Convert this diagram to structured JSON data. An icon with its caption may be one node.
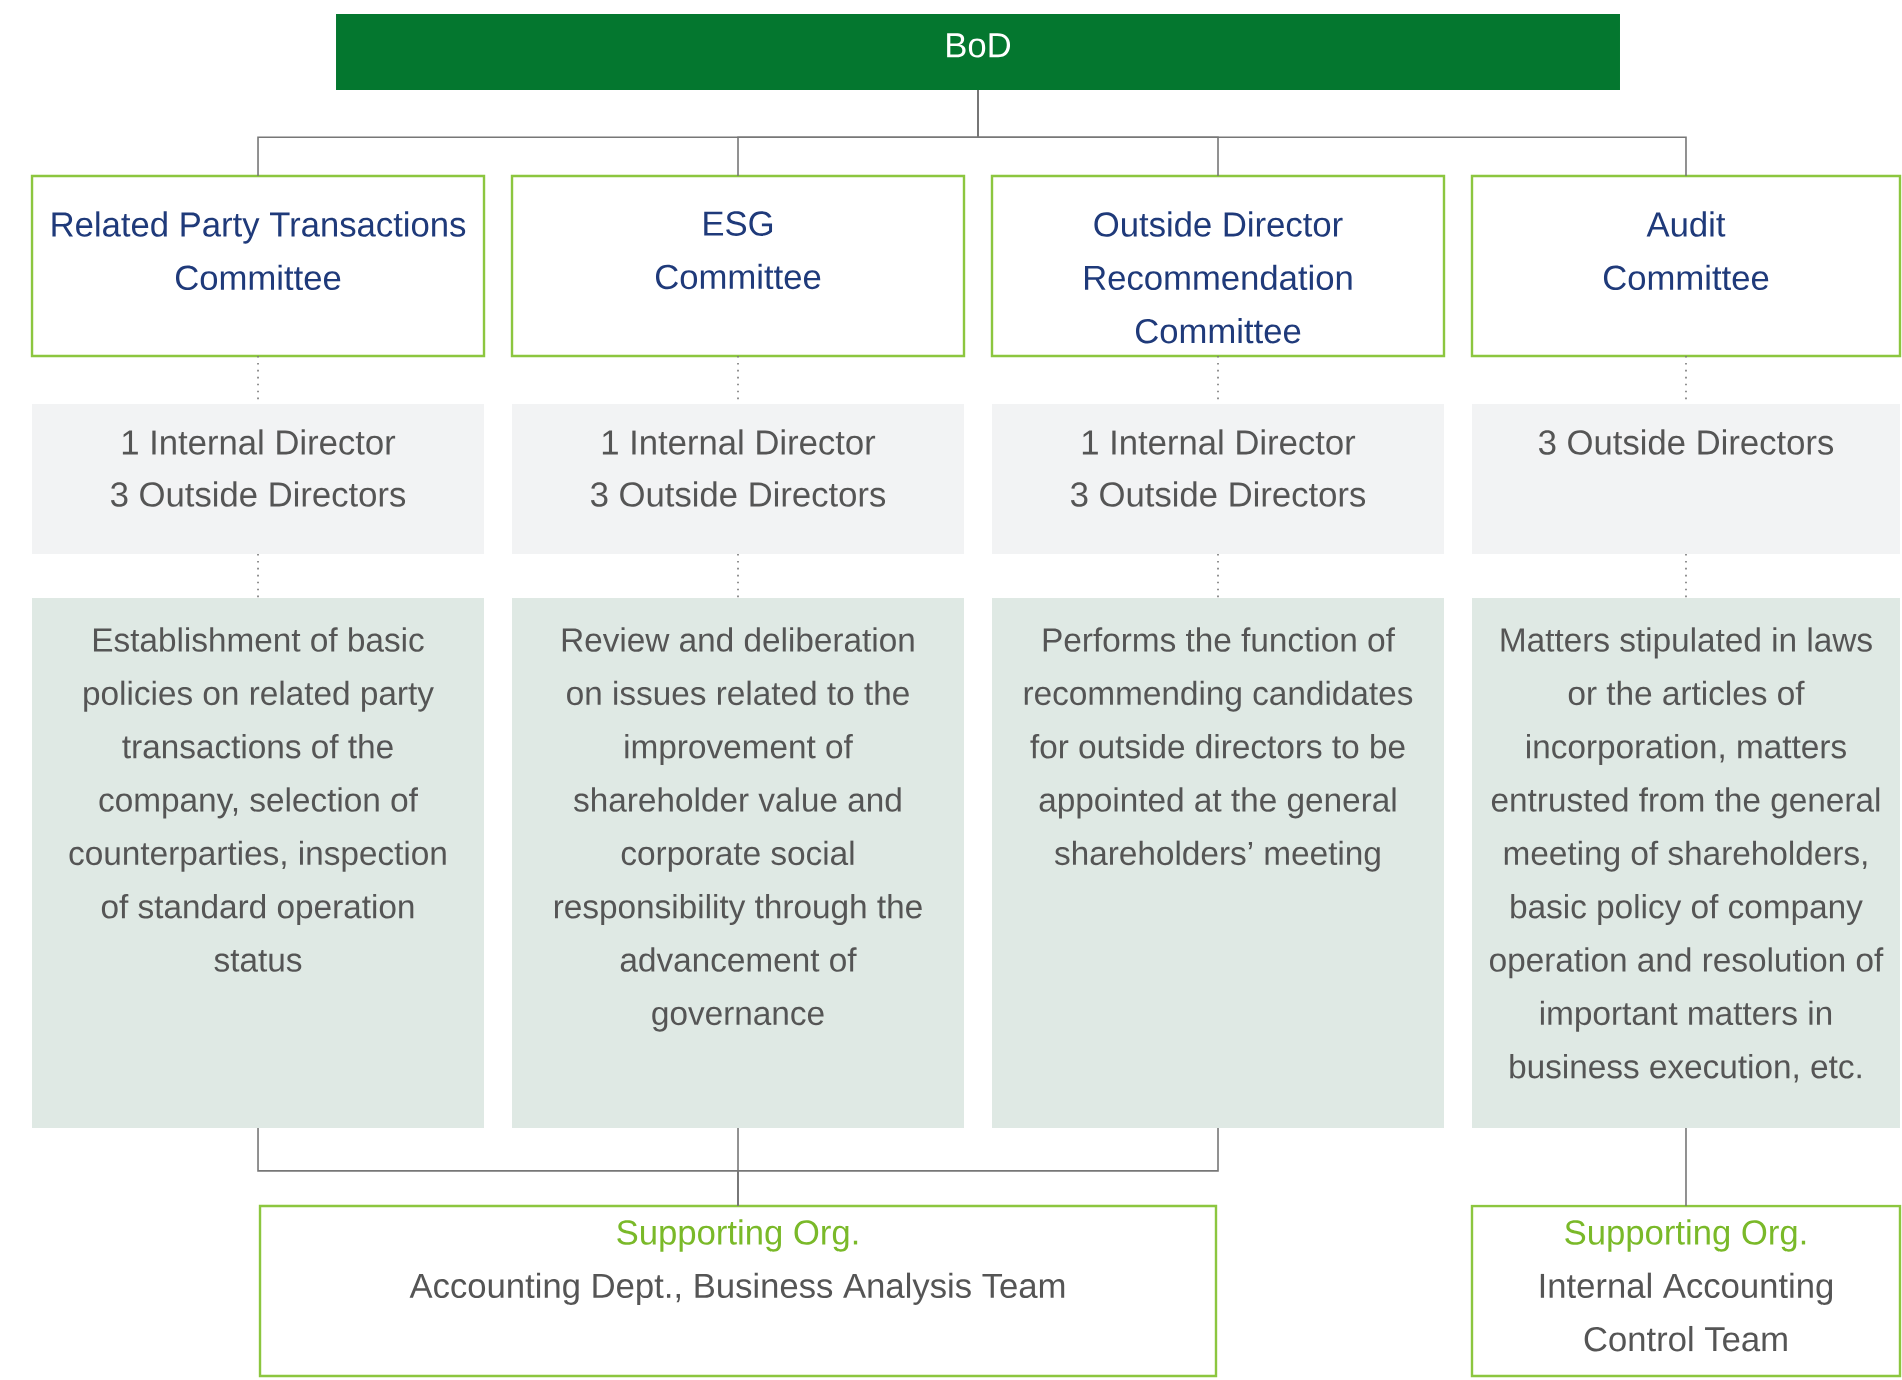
{
  "diagram": {
    "nodes": [
      {
        "text": [
          "BoD"
        ]
      },
      {
        "text": [
          "Related Party Transactions Committee"
        ]
      },
      {
        "text": [
          "ESG Committee"
        ]
      },
      {
        "text": [
          "Outside Director Recommendation Committee"
        ]
      },
      {
        "text": [
          "Audit Committee"
        ]
      },
      {
        "text": [
          "1 Internal Director",
          "3 Outside Directors"
        ]
      },
      {
        "text": [
          "1 Internal Director",
          "3 Outside Directors"
        ]
      },
      {
        "text": [
          "1 Internal Director",
          "3 Outside Directors"
        ]
      },
      {
        "text": [
          "3 Outside Directors"
        ]
      },
      {
        "text": [
          "Establishment of basic policies on related party transactions of the company, selection of counterparties, inspection of standard operation status"
        ]
      },
      {
        "text": [
          "Review and deliberation on issues related to the improvement of shareholder value and corporate social responsibility through the advancement of governance"
        ]
      },
      {
        "text": [
          "Performs the function of recommending candidates for outside directors to be appointed at the general shareholders’ meeting"
        ]
      },
      {
        "text": [
          "Matters stipulated in laws or the articles of incorporation, matters entrusted from the general meeting of shareholders, basic policy of company operation and resolution of important matters in business execution, etc."
        ]
      },
      {
        "text": [
          "Supporting Org.",
          "Accounting Dept., Business Analysis Team"
        ]
      },
      {
        "text": [
          "Supporting Org.",
          "Internal Accounting Control Team"
        ]
      }
    ],
    "edges": [
      {
        "from": 0,
        "to": 1,
        "arrow": "none"
      },
      {
        "from": 0,
        "to": 2,
        "arrow": "none"
      },
      {
        "from": 0,
        "to": 3,
        "arrow": "none"
      },
      {
        "from": 0,
        "to": 4,
        "arrow": "none"
      },
      {
        "from": 1,
        "to": 5,
        "arrow": "none",
        "style": "dashed"
      },
      {
        "from": 2,
        "to": 6,
        "arrow": "none",
        "style": "dashed"
      },
      {
        "from": 3,
        "to": 7,
        "arrow": "none",
        "style": "dashed"
      },
      {
        "from": 4,
        "to": 8,
        "arrow": "none",
        "style": "dashed"
      },
      {
        "from": 5,
        "to": 9,
        "arrow": "none",
        "style": "dashed"
      },
      {
        "from": 6,
        "to": 10,
        "arrow": "none",
        "style": "dashed"
      },
      {
        "from": 7,
        "to": 11,
        "arrow": "none",
        "style": "dashed"
      },
      {
        "from": 8,
        "to": 12,
        "arrow": "none",
        "style": "dashed"
      },
      {
        "from": 9,
        "to": 13,
        "arrow": "none"
      },
      {
        "from": 10,
        "to": 13,
        "arrow": "none"
      },
      {
        "from": 11,
        "to": 13,
        "arrow": "none"
      },
      {
        "from": 12,
        "to": 14,
        "arrow": "none"
      }
    ]
  }
}
